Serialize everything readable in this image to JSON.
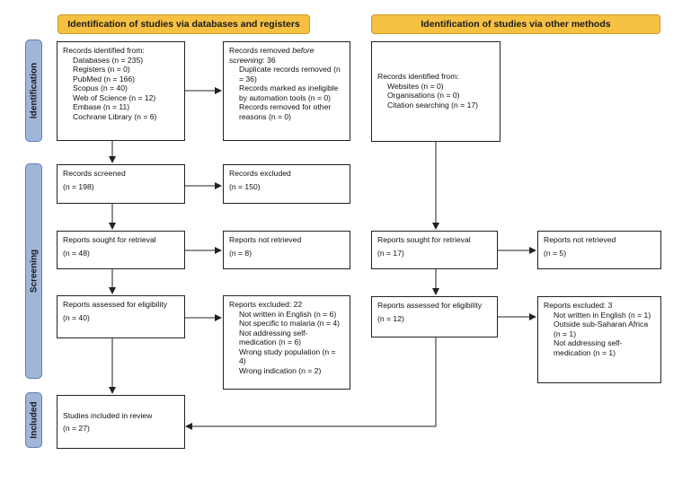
{
  "headers": {
    "databases": "Identification of studies via databases and registers",
    "other": "Identification of studies via other methods"
  },
  "phases": {
    "identification": "Identification",
    "screening": "Screening",
    "included": "Included"
  },
  "left": {
    "identified": {
      "title": "Records identified from:",
      "lines": [
        "Databases (n = 235)",
        "Registers (n = 0)",
        "PubMed (n = 166)",
        "Scopus (n = 40)",
        "Web of Science (n = 12)",
        "Embase (n = 11)",
        "Cochrane Library (n = 6)"
      ]
    },
    "removed": {
      "title_prefix": "Records removed ",
      "title_italic": "before screening",
      "title_suffix": ": 36",
      "lines": [
        "Duplicate records removed (n = 36)",
        "Records marked as ineligible by automation tools (n = 0)",
        "Records removed for other reasons (n = 0)"
      ]
    },
    "screened": {
      "title": "Records screened",
      "count": "(n = 198)"
    },
    "excluded": {
      "title": "Records excluded",
      "count": "(n = 150)"
    },
    "sought": {
      "title": "Reports sought for retrieval",
      "count": "(n = 48)"
    },
    "not_retrieved": {
      "title": "Reports not retrieved",
      "count": "(n = 8)"
    },
    "assessed": {
      "title": "Reports assessed for eligibility",
      "count": "(n = 40)"
    },
    "reports_excluded": {
      "title": "Reports excluded: 22",
      "lines": [
        "Not written in English (n = 6)",
        "Not specific to malaria (n = 4)",
        "Not addressing self-medication (n = 6)",
        "Wrong study population (n = 4)",
        "Wrong indication (n = 2)"
      ]
    },
    "included": {
      "title": "Studies included in review",
      "count": "(n = 27)"
    }
  },
  "right": {
    "identified": {
      "title": "Records identified from:",
      "lines": [
        "Websites (n = 0)",
        "Organisations (n = 0)",
        "Citation searching (n = 17)"
      ]
    },
    "sought": {
      "title": "Reports sought for retrieval",
      "count": "(n = 17)"
    },
    "not_retrieved": {
      "title": "Reports not retrieved",
      "count": "(n = 5)"
    },
    "assessed": {
      "title": "Reports assessed for eligibility",
      "count": "(n = 12)"
    },
    "reports_excluded": {
      "title": "Reports excluded: 3",
      "lines": [
        "Not written in English (n = 1)",
        "Outside sub-Saharan Africa (n = 1)",
        "Not addressing self-medication (n = 1)"
      ]
    }
  },
  "colors": {
    "header": "#f6c143",
    "phase": "#9fb6d9",
    "line": "#222222"
  }
}
